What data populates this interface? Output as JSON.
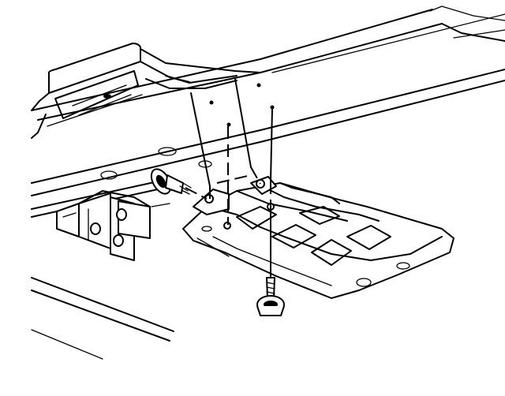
{
  "diagram": {
    "line_color": "#000000",
    "background_color": "#ffffff",
    "parts": [
      "vehicle-frame-rail",
      "crossmember",
      "frame-bracket",
      "skid-plate",
      "side-bolt",
      "bottom-bolt",
      "alignment-lines"
    ]
  }
}
